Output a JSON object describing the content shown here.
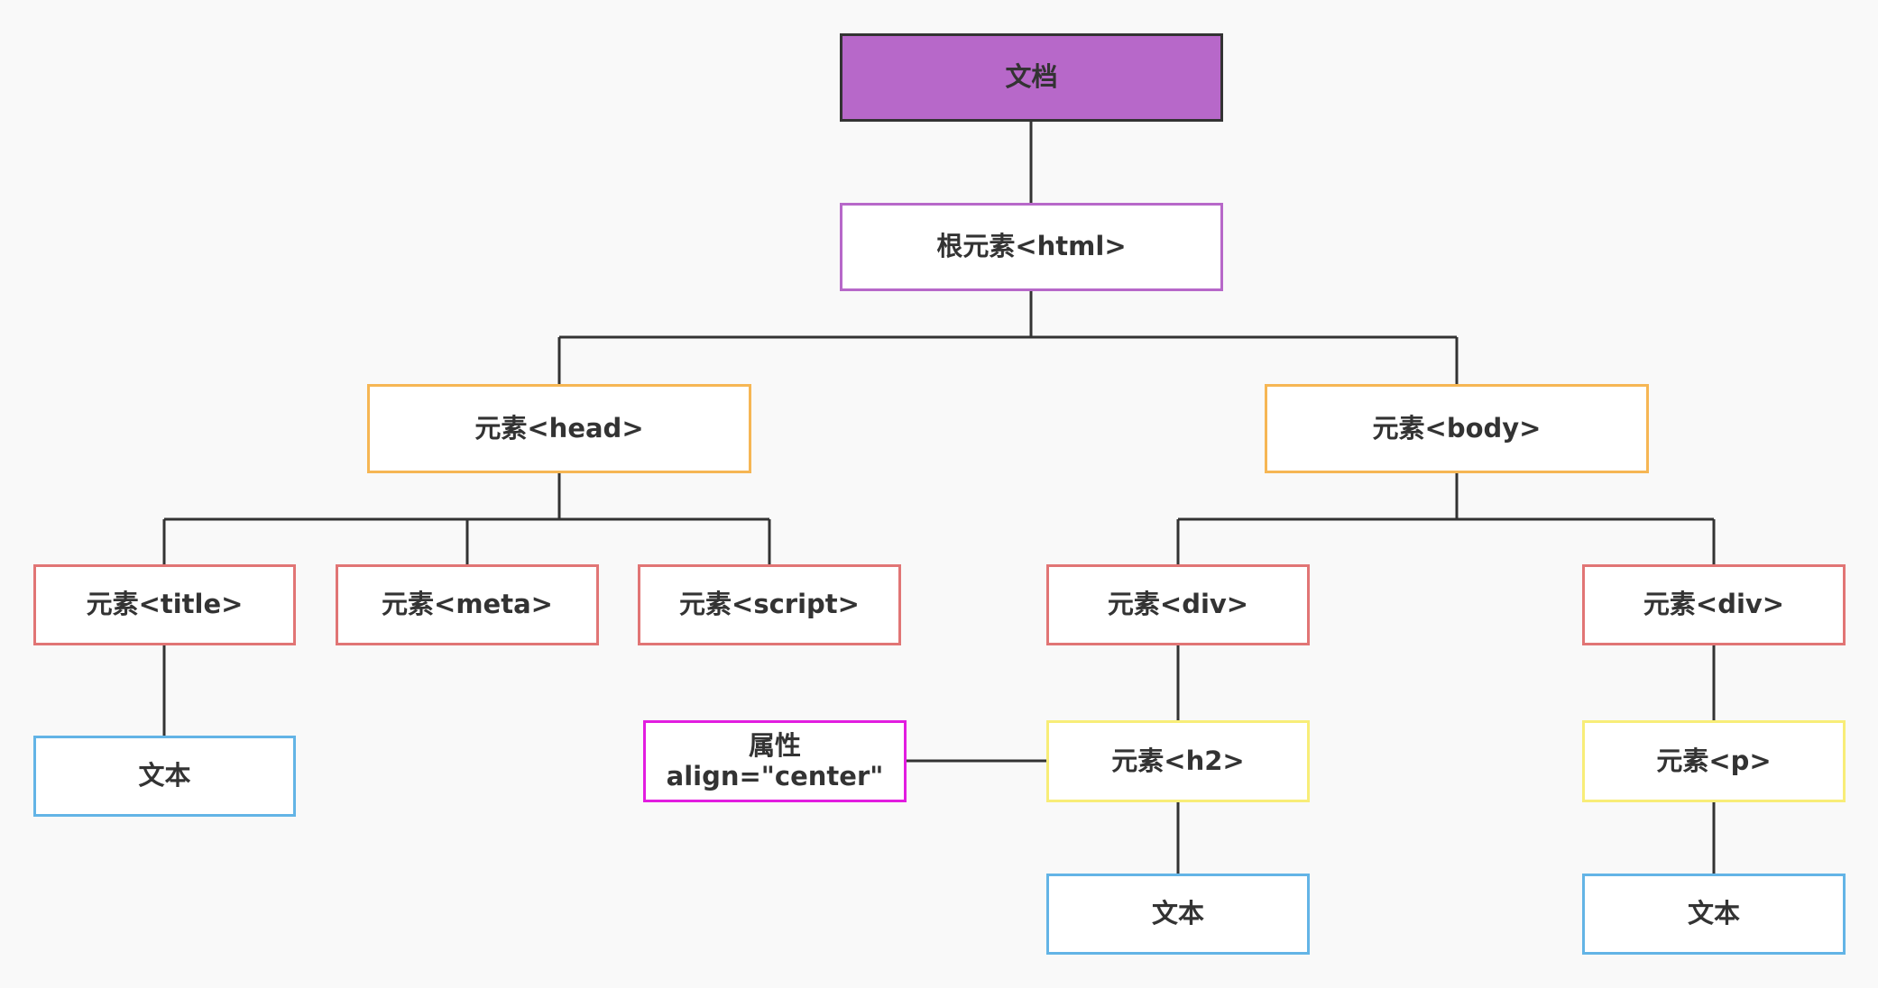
{
  "colors": {
    "background": "#f9f9f9",
    "connector": "#333333",
    "document_fill": "#b768c9",
    "document_border": "#333333",
    "root_border": "#b768c9",
    "section_border": "#f6b654",
    "element_border": "#e17575",
    "heading_border": "#f8ed78",
    "attribute_border": "#e21de0",
    "text_border": "#63b4e6"
  },
  "nodes": {
    "document": {
      "label": "文档"
    },
    "root": {
      "label": "根元素<html>"
    },
    "head": {
      "label": "元素<head>"
    },
    "body": {
      "label": "元素<body>"
    },
    "title": {
      "label": "元素<title>"
    },
    "meta": {
      "label": "元素<meta>"
    },
    "script": {
      "label": "元素<script>"
    },
    "div_left": {
      "label": "元素<div>"
    },
    "div_right": {
      "label": "元素<div>"
    },
    "h2": {
      "label": "元素<h2>"
    },
    "p": {
      "label": "元素<p>"
    },
    "attribute": {
      "line1": "属性",
      "line2": "align=\"center\""
    },
    "text_title": {
      "label": "文本"
    },
    "text_h2": {
      "label": "文本"
    },
    "text_p": {
      "label": "文本"
    }
  }
}
